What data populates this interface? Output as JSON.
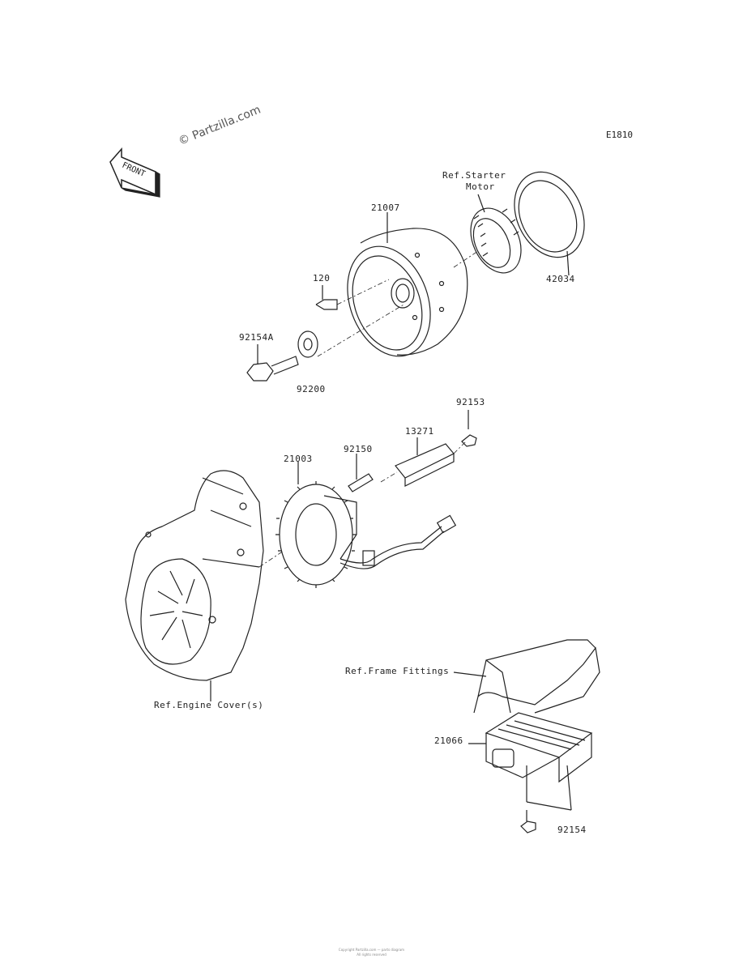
{
  "watermark": "© Partzilla.com",
  "diagram_code": "E1810",
  "front_arrow_text": "FRONT",
  "labels": {
    "ref_starter_motor_l1": "Ref.Starter",
    "ref_starter_motor_l2": "Motor",
    "p21007": "21007",
    "p42034": "42034",
    "p120": "120",
    "p92154a": "92154A",
    "p92200": "92200",
    "p92153": "92153",
    "p13271": "13271",
    "p92150": "92150",
    "p21003": "21003",
    "ref_frame": "Ref.Frame Fittings",
    "ref_engine_cover": "Ref.Engine Cover(s)",
    "p21066": "21066",
    "p92154": "92154"
  },
  "footer_l1": "Copyright Partzilla.com — parts diagram",
  "footer_l2": "All rights reserved"
}
